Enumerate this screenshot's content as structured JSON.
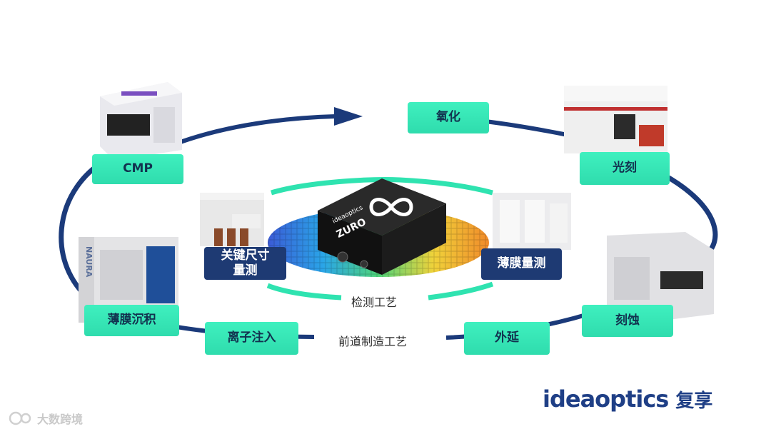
{
  "diagram": {
    "outer_stages": {
      "oxidation": "氧化",
      "lithography": "光刻",
      "etching": "刻蚀",
      "epitaxy": "外延",
      "ion_implant": "离子注入",
      "film_deposition": "薄膜沉积",
      "cmp": "CMP"
    },
    "inner_stages": {
      "cd_measure_line1": "关键尺寸",
      "cd_measure_line2": "量测",
      "film_measure": "薄膜量测"
    },
    "inner_caption": "检测工艺",
    "outer_caption": "前道制造工艺",
    "center_device": {
      "brand_small": "ideaoptics",
      "model": "ZURO"
    },
    "machine_badge": "NAURA"
  },
  "footer": {
    "logo_text": "ideaoptics",
    "logo_cn": "复享",
    "watermark": "大数跨境"
  },
  "colors": {
    "arc_navy": "#1b3a7a",
    "ring_green": "#2fe3b0",
    "label_green": "#37e6b6",
    "label_blue": "#1e3a73"
  },
  "icons": {
    "flow_arrow": "arrow-right-icon",
    "logo_symbol": "infinity-icon",
    "watermark_symbol": "chat-bubble-icon"
  }
}
